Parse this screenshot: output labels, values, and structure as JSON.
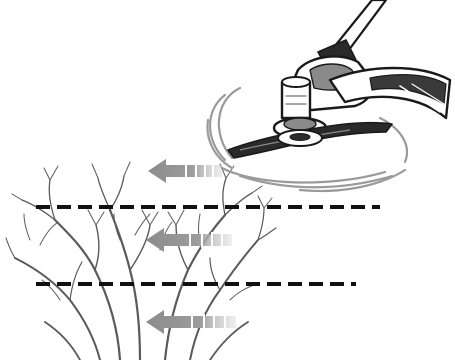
{
  "illustration": {
    "subject": "brushcutter-blade-cutting-bushes",
    "colors": {
      "outline": "#1a1a1a",
      "metal": "#2a2a2a",
      "housing_fill": "#ffffff",
      "housing_shade": "#8a8a8a",
      "motion_lines": "#9a9a9a",
      "arrow_fill": "#8c8c8c",
      "arrow_fade": "#c8c8c8",
      "dashed_guide": "#111111",
      "bush": "#5a5a5a"
    },
    "icons": [
      "brushcutter-icon",
      "cutting-blade-icon",
      "direction-arrow-icon",
      "cutting-level-guide",
      "bush-icon"
    ],
    "dashed_guides": 2,
    "direction_arrows": 3,
    "arrow_direction": "left"
  }
}
